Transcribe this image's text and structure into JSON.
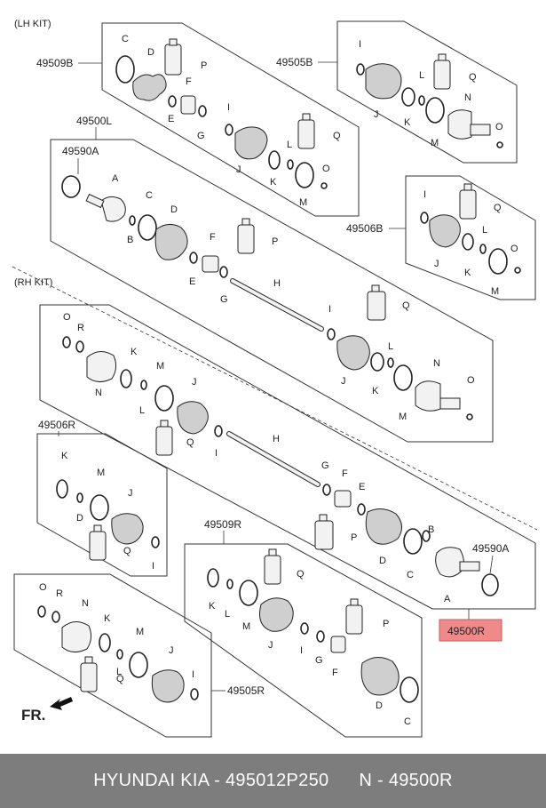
{
  "kits": {
    "lh": "(LH KIT)",
    "rh": "(RH KIT)"
  },
  "assemblies": {
    "lh_inner_kit": "49509B",
    "lh_outer_kit": "49505B",
    "lh_shaft": "49500L",
    "lh_boot_kit": "49506B",
    "rh_outer_kit": "49506R",
    "rh_inner_kit": "49509R",
    "rh_boot_kit": "49505R",
    "outer_joint_l": "49590A",
    "outer_joint_r": "49590A",
    "highlighted": "49500R"
  },
  "parts": [
    "A",
    "B",
    "C",
    "D",
    "E",
    "F",
    "G",
    "H",
    "I",
    "J",
    "K",
    "L",
    "M",
    "N",
    "O",
    "P",
    "Q",
    "R"
  ],
  "front_marker": "FR.",
  "footer": {
    "left": "HYUNDAI  KIA - 495012P250",
    "right": "N - 49500R"
  },
  "colors": {
    "highlight": "#f08a8a",
    "footer_bg": "#7d7d7d"
  }
}
